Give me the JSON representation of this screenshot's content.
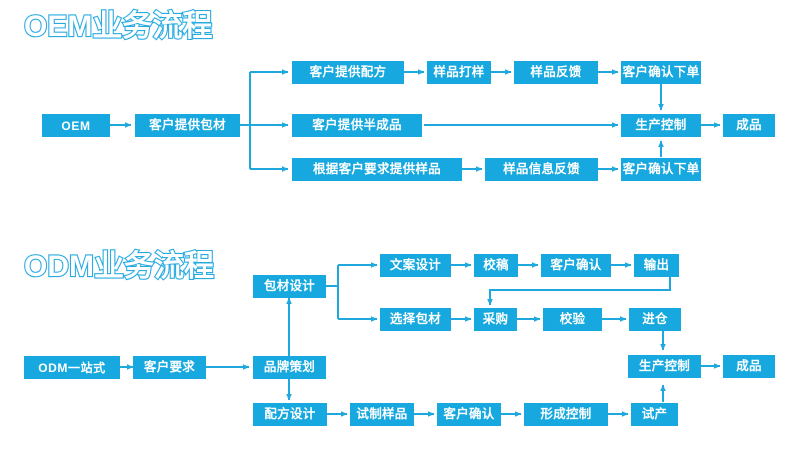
{
  "page": {
    "title_oem": "OEM业务流程",
    "title_odm": "ODM业务流程",
    "accent_color": "#16A8DE",
    "line_color": "#1FA8DE",
    "background_color": "#FFFFFF",
    "box_text_color": "#FFFFFF"
  },
  "oem": {
    "title": "OEM业务流程",
    "nodes": {
      "start": "OEM",
      "packaging": "客户提供包材",
      "branch_a_1": "客户提供配方",
      "branch_a_2": "样品打样",
      "branch_a_3": "样品反馈",
      "branch_a_4": "客户确认下单",
      "branch_b_1": "客户提供半成品",
      "branch_c_1": "根据客户要求提供样品",
      "branch_c_2": "样品信息反馈",
      "branch_c_3": "客户确认下单",
      "production": "生产控制",
      "finished": "成品"
    }
  },
  "odm": {
    "title": "ODM业务流程",
    "nodes": {
      "start": "ODM一站式",
      "requirement": "客户要求",
      "branding": "品牌策划",
      "pack_design": "包材设计",
      "copy_design": "文案设计",
      "proofread": "校稿",
      "client_confirm_1": "客户确认",
      "output": "输出",
      "select_pack": "选择包材",
      "purchase": "采购",
      "inspect": "校验",
      "warehouse": "进仓",
      "formula_design": "配方设计",
      "trial_sample": "试制样品",
      "client_confirm_2": "客户确认",
      "form_control": "形成控制",
      "trial_production": "试产",
      "production": "生产控制",
      "finished": "成品"
    }
  }
}
